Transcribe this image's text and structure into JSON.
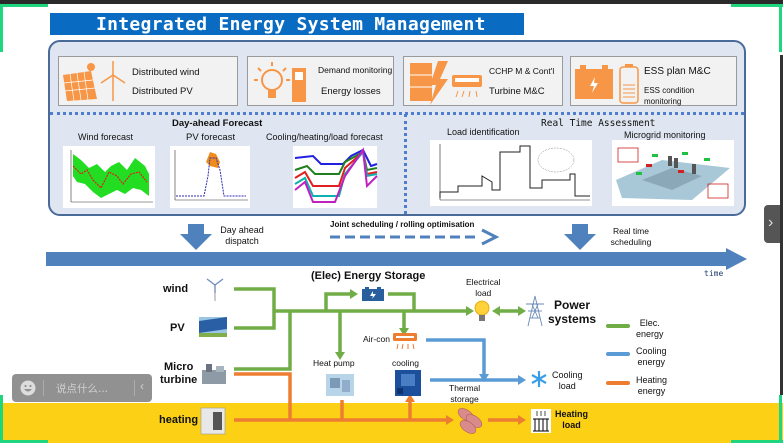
{
  "title": "Integrated Energy System Management",
  "cards": [
    {
      "icon": "solar-wind-icon",
      "lines": [
        "Distributed wind",
        "Distributed PV"
      ]
    },
    {
      "icon": "bulb-charger-icon",
      "lines": [
        "Demand monitoring",
        "Energy losses"
      ]
    },
    {
      "icon": "turbine-aircon-icon",
      "lines": [
        "CCHP M & Cont'l",
        "Turbine M&C"
      ]
    },
    {
      "icon": "battery-icon",
      "lines": [
        "ESS plan M&C",
        "ESS condition monitoring"
      ]
    }
  ],
  "day_ahead": {
    "title": "Day-ahead Forecast",
    "items": [
      "Wind forecast",
      "PV forecast",
      "Cooling/heating/load forecast"
    ]
  },
  "real_time": {
    "title": "Real Time Assessment",
    "items": [
      "Load identification",
      "Microgrid monitoring"
    ]
  },
  "timeline": {
    "day_ahead_dispatch": [
      "Day ahead",
      "dispatch"
    ],
    "joint": "Joint scheduling / rolling optimisation",
    "real_time_scheduling": [
      "Real time",
      "scheduling"
    ],
    "time_label": "time"
  },
  "flow": {
    "sources": [
      "wind",
      "PV",
      "Micro",
      "turbine",
      "heating"
    ],
    "storage": "(Elec) Energy Storage",
    "air_con": "Air-con",
    "heat_pump": "Heat pump",
    "cooling": "cooling",
    "thermal_storage": [
      "Thermal",
      "storage"
    ],
    "electrical_load": [
      "Electrical",
      "load"
    ],
    "power_systems": [
      "Power",
      "systems"
    ],
    "cooling_load": [
      "Cooling",
      "load"
    ],
    "heating_load": [
      "Heating",
      "load"
    ]
  },
  "legend": [
    {
      "label": [
        "Elec.",
        "energy"
      ],
      "color": "#70ad47"
    },
    {
      "label": [
        "Cooling",
        "energy"
      ],
      "color": "#5b9bd5"
    },
    {
      "label": [
        "Heating",
        "energy"
      ],
      "color": "#ed7d31"
    }
  ],
  "colors": {
    "elec": "#70ad47",
    "cooling": "#5b9bd5",
    "heating": "#ed7d31",
    "accent": "#f79646",
    "title_bg": "#0a6bc2",
    "timeline": "#4f81bd"
  },
  "chat": {
    "placeholder": "说点什么..."
  }
}
